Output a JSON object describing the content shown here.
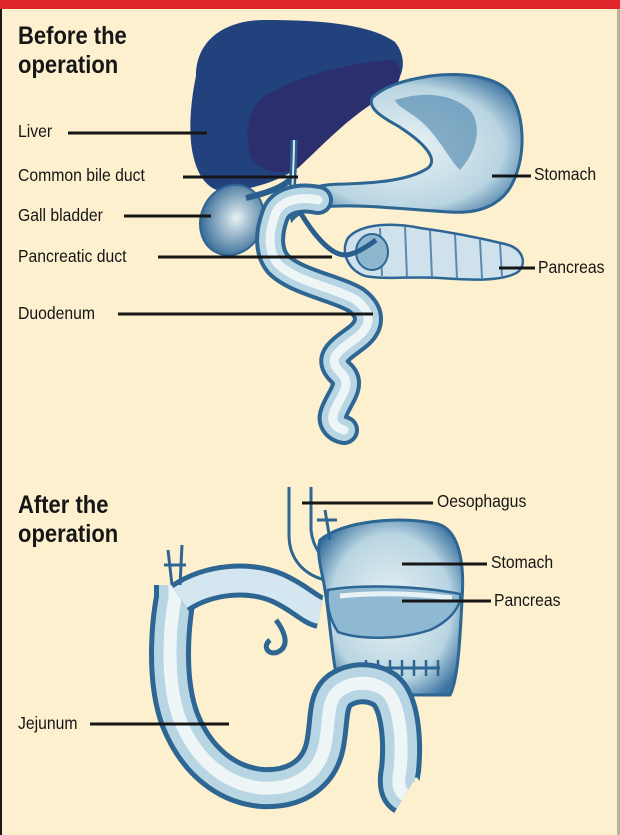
{
  "before": {
    "heading_line1": "Before the",
    "heading_line2": "operation",
    "labels": {
      "liver": "Liver",
      "common_bile_duct": "Common bile duct",
      "gall_bladder": "Gall bladder",
      "pancreatic_duct": "Pancreatic duct",
      "duodenum": "Duodenum",
      "stomach": "Stomach",
      "pancreas": "Pancreas"
    }
  },
  "after": {
    "heading_line1": "After the",
    "heading_line2": "operation",
    "labels": {
      "oesophagus": "Oesophagus",
      "stomach": "Stomach",
      "pancreas": "Pancreas",
      "jejunum": "Jejunum"
    }
  },
  "colors": {
    "accent_bar": "#e1262b",
    "background": "#fdf0cf",
    "organ_dark": "#1f3f7a",
    "organ_mid": "#4f86ad",
    "organ_light": "#d3e6ee",
    "leader_line": "#161616"
  }
}
